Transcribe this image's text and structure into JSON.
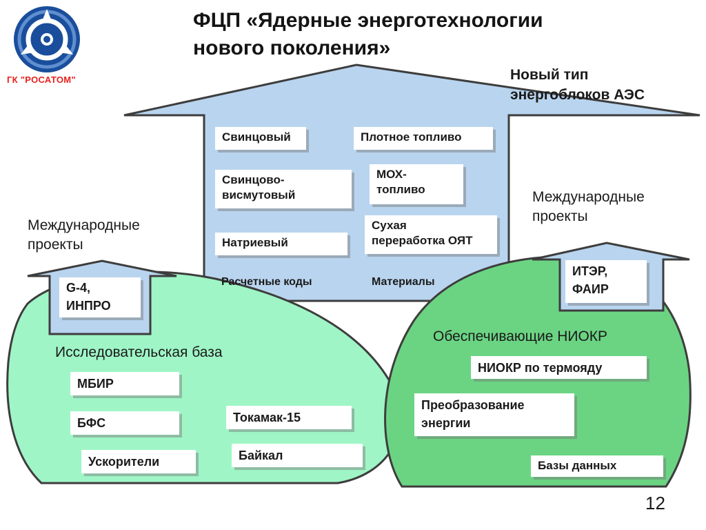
{
  "header": {
    "title": "ФЦП «Ядерные энерготехнологии\nнового поколения»",
    "logo_label": "ГК \"РОСАТОМ\""
  },
  "house": {
    "label": "Новый тип\nэнергоблоков АЭС",
    "items": [
      {
        "text": "Свинцовый"
      },
      {
        "text": "Плотное топливо"
      },
      {
        "text": "Свинцово-\nвисмутовый"
      },
      {
        "text": "МОХ-\nтопливо"
      },
      {
        "text": "Натриевый"
      },
      {
        "text": "Сухая\nпереработка ОЯТ"
      }
    ],
    "plain_items": [
      "Расчетные коды",
      "Материалы"
    ]
  },
  "left": {
    "intl_label": "Международные\nпроекты",
    "arrow_box": "G-4,\nИНПРО",
    "base_label": "Исследовательская база",
    "items": [
      "МБИР",
      "БФС",
      "Ускорители",
      "Токамак-15",
      "Байкал"
    ]
  },
  "right": {
    "intl_label": "Международные\nпроекты",
    "arrow_box": "ИТЭР,\nФАИР",
    "base_label": "Обеспечивающие НИОКР",
    "items": [
      "НИОКР по термояду",
      "Преобразование\nэнергии",
      "Базы данных"
    ]
  },
  "page_number": "12",
  "colors": {
    "house_fill": "#b9d4ee",
    "outline": "#3d3d3d",
    "left_blob": "#9ff5c6",
    "right_blob": "#6bd483",
    "logo_red": "#e8201c",
    "logo_blue": "#1a4e9c"
  }
}
